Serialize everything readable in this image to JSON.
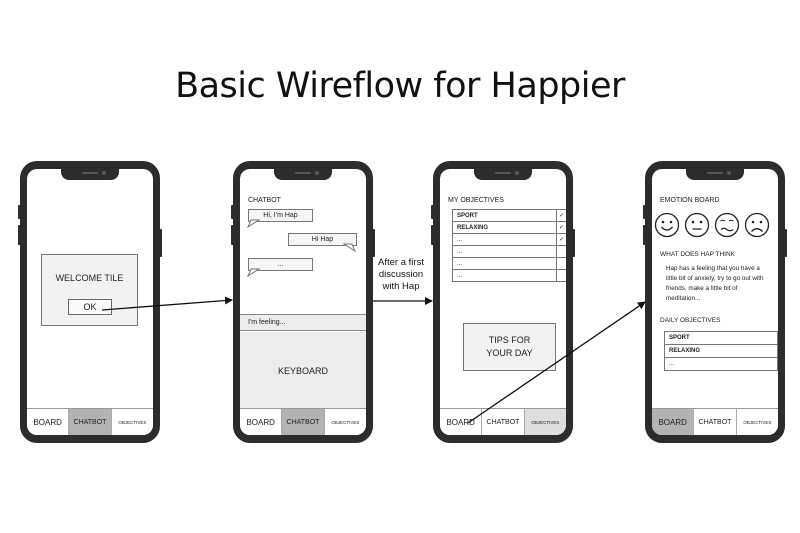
{
  "title": "Basic Wireflow for Happier",
  "caption": "After a first discussion with Hap",
  "nav": {
    "board": "BOARD",
    "chatbot": "CHATBOT",
    "objectives": "OBJECTIVES"
  },
  "screen1": {
    "welcome": "WELCOME TILE",
    "ok": "OK"
  },
  "screen2": {
    "header": "CHATBOT",
    "messages": [
      "Hi, I'm Hap",
      "Hi Hap",
      "..."
    ],
    "input_placeholder": "I'm feeling...",
    "keyboard": "KEYBOARD"
  },
  "screen3": {
    "header": "MY OBJECTIVES",
    "objectives": [
      {
        "name": "SPORT",
        "checked": true
      },
      {
        "name": "RELAXING",
        "checked": true
      },
      {
        "name": "...",
        "checked": true
      },
      {
        "name": "...",
        "checked": false
      },
      {
        "name": "...",
        "checked": false
      },
      {
        "name": "...",
        "checked": false
      }
    ],
    "check_glyph": "✓",
    "tips": "TIPS FOR YOUR DAY"
  },
  "screen4": {
    "header": "EMOTION BOARD",
    "emotions": [
      "happy-face-icon",
      "neutral-face-icon",
      "uneasy-face-icon",
      "sad-face-icon"
    ],
    "hap_header": "WHAT DOES HAP THINK",
    "hap_text": "Hap has a feeling that you have a little bit of anxiety, try to go out with friends, make a little bit of meditation...",
    "daily_header": "DAILY OBJECTIVES",
    "daily": [
      "SPORT",
      "RELAXING",
      "..."
    ]
  }
}
